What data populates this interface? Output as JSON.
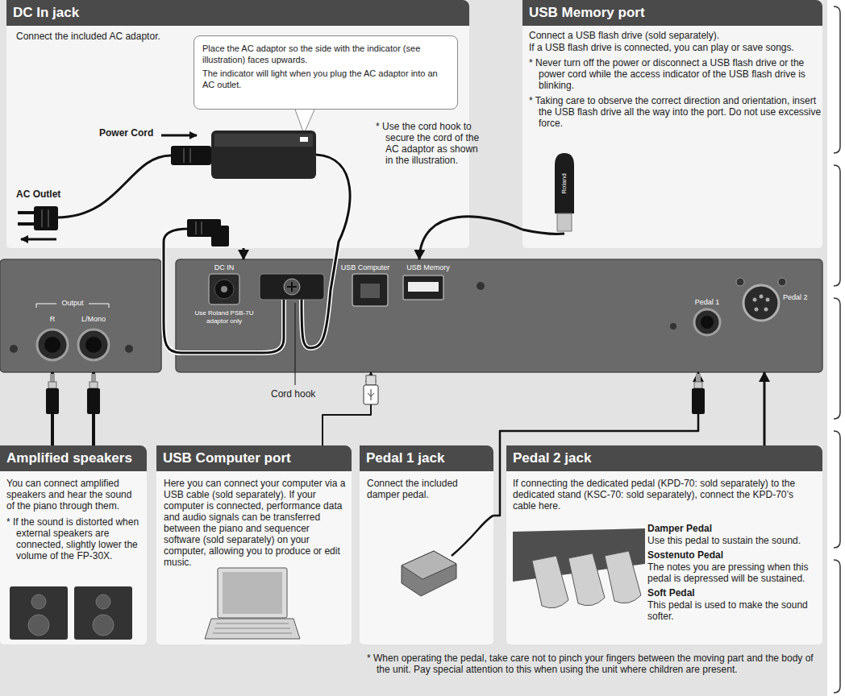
{
  "diagram": {
    "nodes": [
      {
        "text": [
          "DC In jack",
          "Connect the included AC adaptor."
        ]
      },
      {
        "text": [
          "Place the AC adaptor so the side with the indicator (see illustration) faces upwards.",
          "The indicator will light when you plug the AC adaptor into an AC outlet."
        ],
        "in": 0
      },
      {
        "text": [
          "USB Memory port",
          "Connect a USB flash drive (sold separately).",
          "If a USB flash drive is connected, you can play or save songs.",
          "* Never turn off the power or disconnect a USB flash drive or the power cord while the access indicator of the USB flash drive is blinking.",
          "* Taking care to observe the correct direction and orientation, insert the USB flash drive all the way into the port. Do not use excessive force."
        ]
      },
      {
        "text": [
          "Output",
          "R",
          "L/Mono"
        ]
      },
      {
        "text": [
          "DC IN",
          "Use Roland PSB-7U adaptor only",
          "USB Computer",
          "USB Memory",
          "Pedal 1",
          "Pedal 2"
        ]
      },
      {
        "text": [
          "Amplified speakers",
          "You can connect amplified speakers and hear the sound of the piano through them.",
          "* If the sound is distorted when external speakers are connected, slightly lower the volume of the FP-30X."
        ]
      },
      {
        "text": [
          "USB Computer port",
          "Here you can connect your computer via a USB cable (sold separately). If your computer is connected, performance data and audio signals can be transferred between the piano and sequencer software (sold separately) on your computer, allowing you to produce or edit music."
        ]
      },
      {
        "text": [
          "Pedal 1 jack",
          "Connect the included damper pedal."
        ]
      },
      {
        "text": [
          "Pedal 2 jack",
          "If connecting the dedicated pedal (KPD-70: sold separately) to the dedicated stand (KSC-70: sold separately), connect the KPD-70’s cable here.",
          "Damper Pedal",
          "Use this pedal to sustain the sound.",
          "Sostenuto Pedal",
          "The notes you are pressing when this pedal is depressed will be sustained.",
          "Soft Pedal",
          "This pedal is used to make the sound softer."
        ]
      }
    ],
    "edges": [
      {
        "from": 0,
        "to": 4,
        "arrow": "to"
      },
      {
        "from": 2,
        "to": 4,
        "arrow": "to"
      },
      {
        "from": 5,
        "to": 3,
        "arrow": "none"
      },
      {
        "from": 5,
        "to": 3,
        "arrow": "none"
      },
      {
        "from": 6,
        "to": 4,
        "arrow": "to"
      },
      {
        "from": 7,
        "to": 4,
        "arrow": "to"
      },
      {
        "from": 8,
        "to": 4,
        "arrow": "to"
      }
    ],
    "labels": [
      "Power Cord",
      "AC Outlet",
      "* Use the cord hook to secure the cord of the AC adaptor as shown in the illustration.",
      "Cord hook",
      "Roland",
      "* When operating the pedal, take care not to pinch your fingers between the moving part and the body of the unit. Pay special attention to this when using the unit where children are present."
    ]
  }
}
